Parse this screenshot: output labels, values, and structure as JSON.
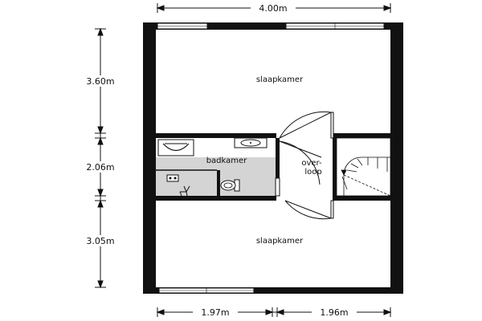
{
  "dimensions": {
    "top_width": "4.00m",
    "left_top": "3.60m",
    "left_mid": "2.06m",
    "left_bottom": "3.05m",
    "bottom_left": "1.97m",
    "bottom_right": "1.96m"
  },
  "rooms": {
    "top_bedroom": "slaapkamer",
    "bathroom": "badkamer",
    "landing_line1": "over-",
    "landing_line2": "loop",
    "bottom_bedroom": "slaapkamer"
  },
  "colors": {
    "wall": "#111111",
    "bathroom_floor": "#d4d4d4",
    "window_glass": "#cfe0f2",
    "dimension_line": "#111111"
  },
  "icons": [
    "washbasin-icon",
    "sink-icon",
    "toilet-icon",
    "shower-icon",
    "staircase-icon"
  ]
}
